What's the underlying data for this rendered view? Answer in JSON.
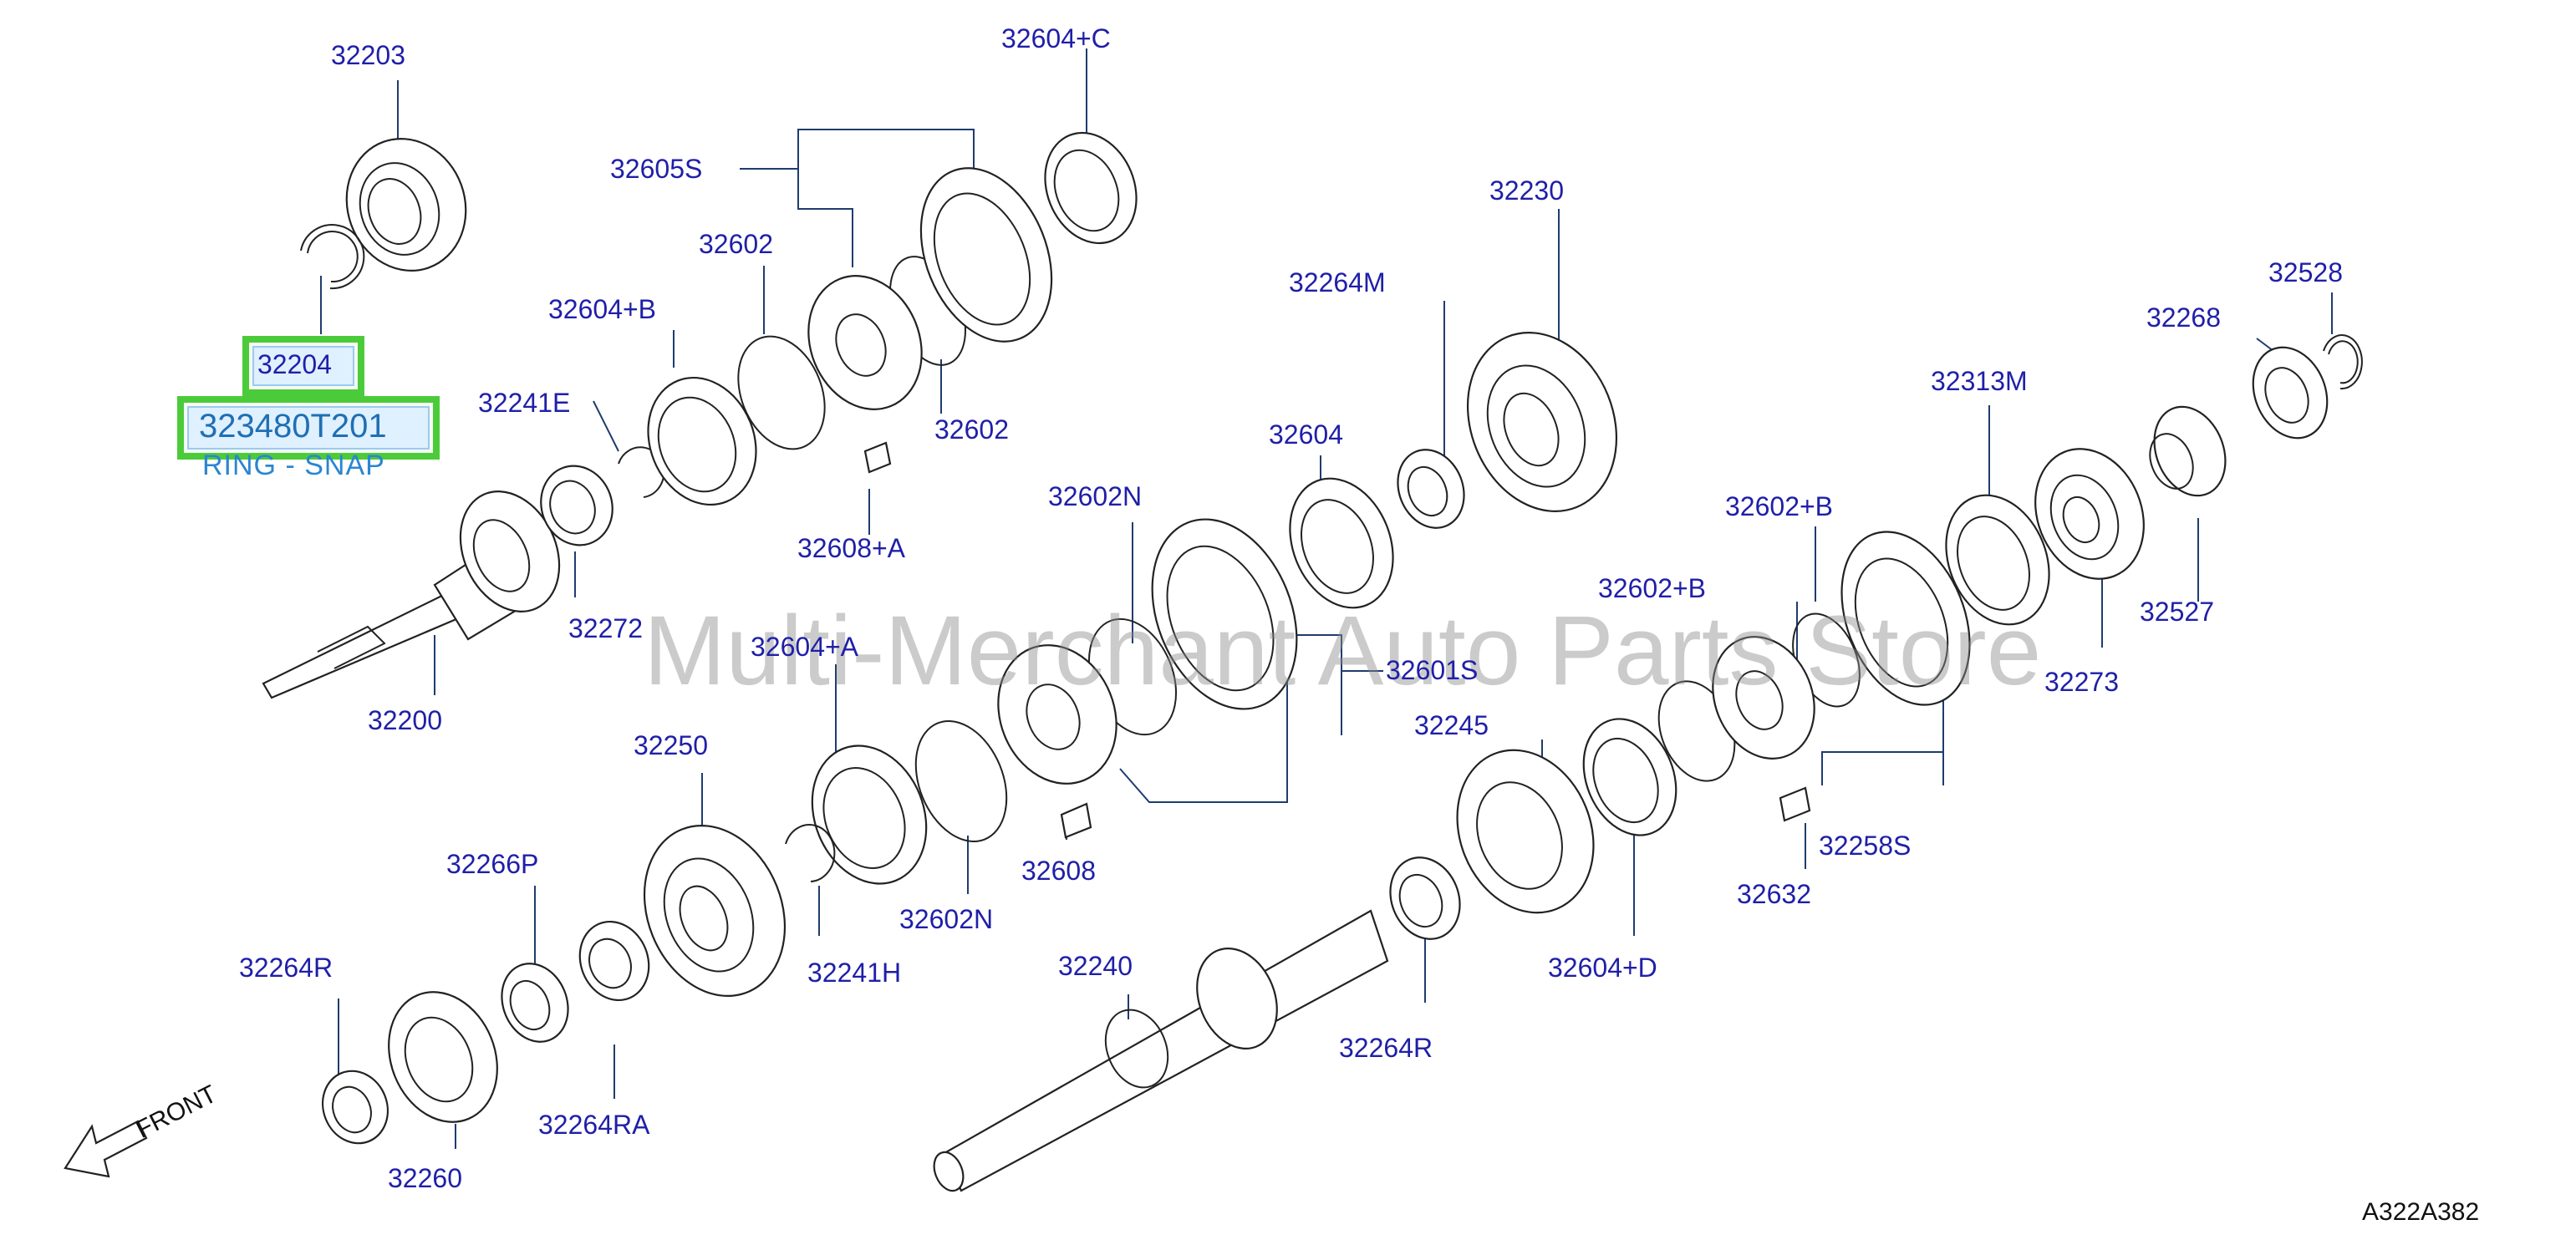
{
  "labels": {
    "p32203": "32203",
    "p32604c": "32604+C",
    "p32605s": "32605S",
    "p32602a": "32602",
    "p32604b": "32604+B",
    "p32241e": "32241E",
    "p32602b": "32602",
    "p32608a": "32608+A",
    "p32272": "32272",
    "p32200": "32200",
    "p32230": "32230",
    "p32264m": "32264M",
    "p32604": "32604",
    "p32602n_top": "32602N",
    "p32601s": "32601S",
    "p32604a": "32604+A",
    "p32250": "32250",
    "p32608": "32608",
    "p32602n_bot": "32602N",
    "p32241h": "32241H",
    "p32266p": "32266P",
    "p32264r_left": "32264R",
    "p32264ra": "32264RA",
    "p32260": "32260",
    "p32240": "32240",
    "p32264r_mid": "32264R",
    "p32245": "32245",
    "p32604d": "32604+D",
    "p32602b_mid": "32602+B",
    "p32602b_top": "32602+B",
    "p32632": "32632",
    "p32258s": "32258S",
    "p32313m": "32313M",
    "p32268": "32268",
    "p32528": "32528",
    "p32527": "32527",
    "p32273": "32273"
  },
  "highlight": {
    "ref": "32204",
    "part_number": "323480T201",
    "description": "RING - SNAP"
  },
  "front_label": "FRONT",
  "watermark": "Multi-Merchant Auto Parts Store",
  "diagram_code": "A322A382",
  "colors": {
    "label_blue": "#1f1fa8",
    "highlight_green": "#4ccb3a",
    "part_number_blue": "#1f6fb4"
  }
}
